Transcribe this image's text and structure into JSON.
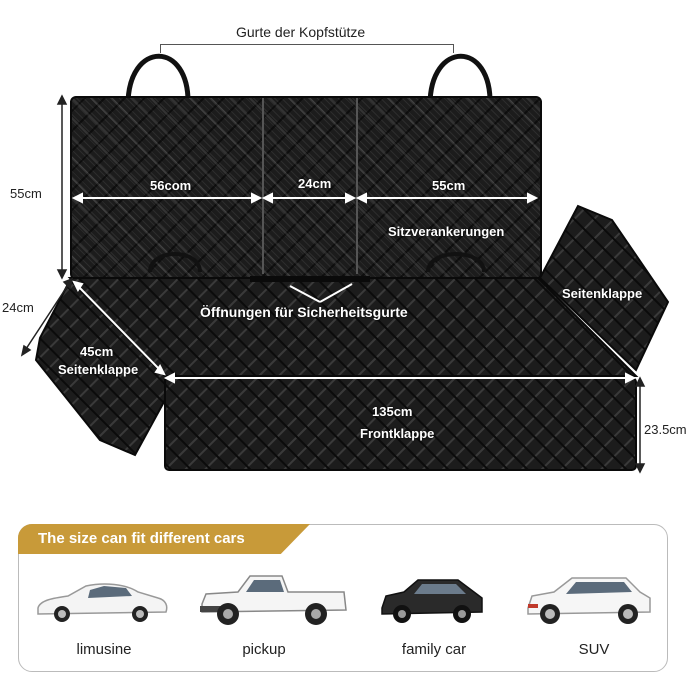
{
  "diagram": {
    "headrest_label": "Gurte der Kopfstütze",
    "dim_55cm_left": "55cm",
    "dim_24cm_left": "24cm",
    "dim_56com": "56com",
    "dim_24cm_mid": "24cm",
    "dim_55cm_mid": "55cm",
    "seat_anchors_label": "Sitzverankerungen",
    "seatbelt_openings_label": "Öffnungen für Sicherheitsgurte",
    "side_flap_right_label": "Seitenklappe",
    "side_flap_left_dim": "45cm",
    "side_flap_left_label": "Seitenklappe",
    "front_flap_dim": "135cm",
    "front_flap_label": "Frontklappe",
    "front_flap_height": "23.5cm",
    "cover_color": "#1c1c1c"
  },
  "cars": {
    "banner_text": "The size can fit different cars",
    "banner_color": "#c89a39",
    "items": [
      {
        "label": "limusine",
        "icon": "sedan-car-icon"
      },
      {
        "label": "pickup",
        "icon": "pickup-truck-icon"
      },
      {
        "label": "family car",
        "icon": "hatchback-car-icon"
      },
      {
        "label": "SUV",
        "icon": "suv-car-icon"
      }
    ]
  }
}
